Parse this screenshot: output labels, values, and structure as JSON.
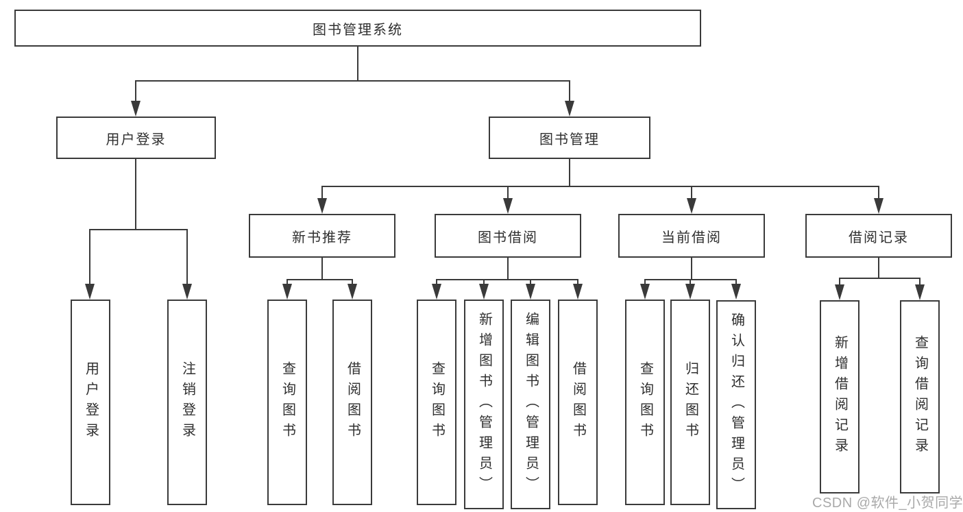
{
  "diagram": {
    "title": "图书管理系统",
    "level2": [
      {
        "label": "用户登录"
      },
      {
        "label": "图书管理"
      }
    ],
    "level3": [
      {
        "label": "新书推荐"
      },
      {
        "label": "图书借阅"
      },
      {
        "label": "当前借阅"
      },
      {
        "label": "借阅记录"
      }
    ],
    "leaves": [
      {
        "label": "用户登录"
      },
      {
        "label": "注销登录"
      },
      {
        "label": "查询图书"
      },
      {
        "label": "借阅图书"
      },
      {
        "label": "查询图书"
      },
      {
        "label": "新增图书（管理员）"
      },
      {
        "label": "编辑图书（管理员）"
      },
      {
        "label": "借阅图书"
      },
      {
        "label": "查询图书"
      },
      {
        "label": "归还图书"
      },
      {
        "label": "确认归还（管理员）"
      },
      {
        "label": "新增借阅记录"
      },
      {
        "label": "查询借阅记录"
      }
    ],
    "watermark": "CSDN @软件_小贺同学",
    "colors": {
      "line": "#3a3a3a",
      "text": "#2f2f2f",
      "watermark": "#a9a9a9",
      "background": "#ffffff"
    }
  }
}
